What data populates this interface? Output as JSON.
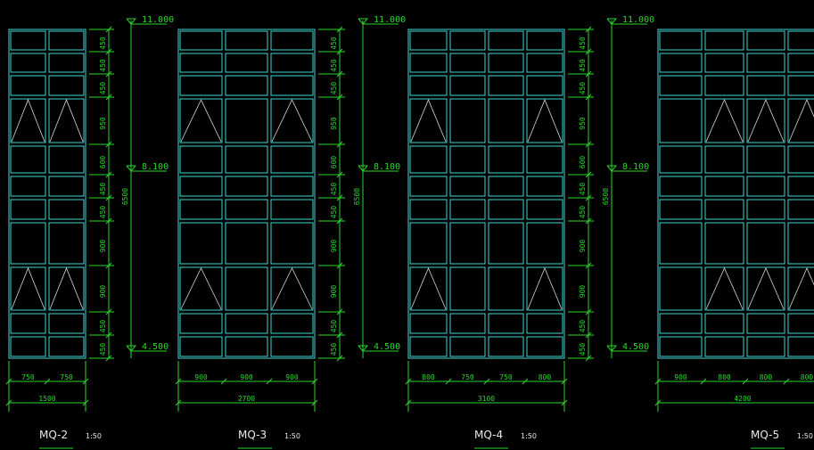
{
  "drawing": {
    "colors": {
      "frame": "#3fd5d5",
      "dimension": "#2bd62b",
      "opening": "#d8d8d8",
      "title": "#e8e8e8",
      "background": "#000000"
    },
    "elevations": [
      {
        "name": "MQ-2",
        "scale": "1:50",
        "column_widths": [
          "750",
          "750"
        ],
        "overall_width": "1500",
        "row_heights": [
          "450",
          "450",
          "450",
          "950",
          "600",
          "450",
          "450",
          "900",
          "900",
          "450",
          "450"
        ],
        "total_height": "6500",
        "levels": [
          "11.000",
          "8.100",
          "4.500"
        ],
        "open_rows": [
          3,
          8
        ],
        "open_cols": [
          0,
          1
        ]
      },
      {
        "name": "MQ-3",
        "scale": "1:50",
        "column_widths": [
          "900",
          "900",
          "900"
        ],
        "overall_width": "2700",
        "row_heights": [
          "450",
          "450",
          "450",
          "950",
          "600",
          "450",
          "450",
          "900",
          "900",
          "450",
          "450"
        ],
        "total_height": "6500",
        "levels": [
          "11.000",
          "8.100",
          "4.500"
        ],
        "open_rows": [
          3,
          8
        ],
        "open_cols": [
          0,
          2
        ]
      },
      {
        "name": "MQ-4",
        "scale": "1:50",
        "column_widths": [
          "800",
          "750",
          "750",
          "800"
        ],
        "overall_width": "3100",
        "row_heights": [
          "450",
          "450",
          "450",
          "950",
          "600",
          "450",
          "450",
          "900",
          "900",
          "450",
          "450"
        ],
        "total_height": "6500",
        "levels": [
          "11.000",
          "8.100",
          "4.500"
        ],
        "open_rows": [
          3,
          8
        ],
        "open_cols": [
          0,
          3
        ]
      },
      {
        "name": "MQ-5",
        "scale": "1:50",
        "column_widths": [
          "900",
          "800",
          "800",
          "800"
        ],
        "overall_width": "4200",
        "row_heights": [],
        "total_height": "",
        "levels": [],
        "open_rows": [
          3,
          8
        ],
        "open_cols": [
          1,
          2,
          3
        ]
      }
    ]
  }
}
